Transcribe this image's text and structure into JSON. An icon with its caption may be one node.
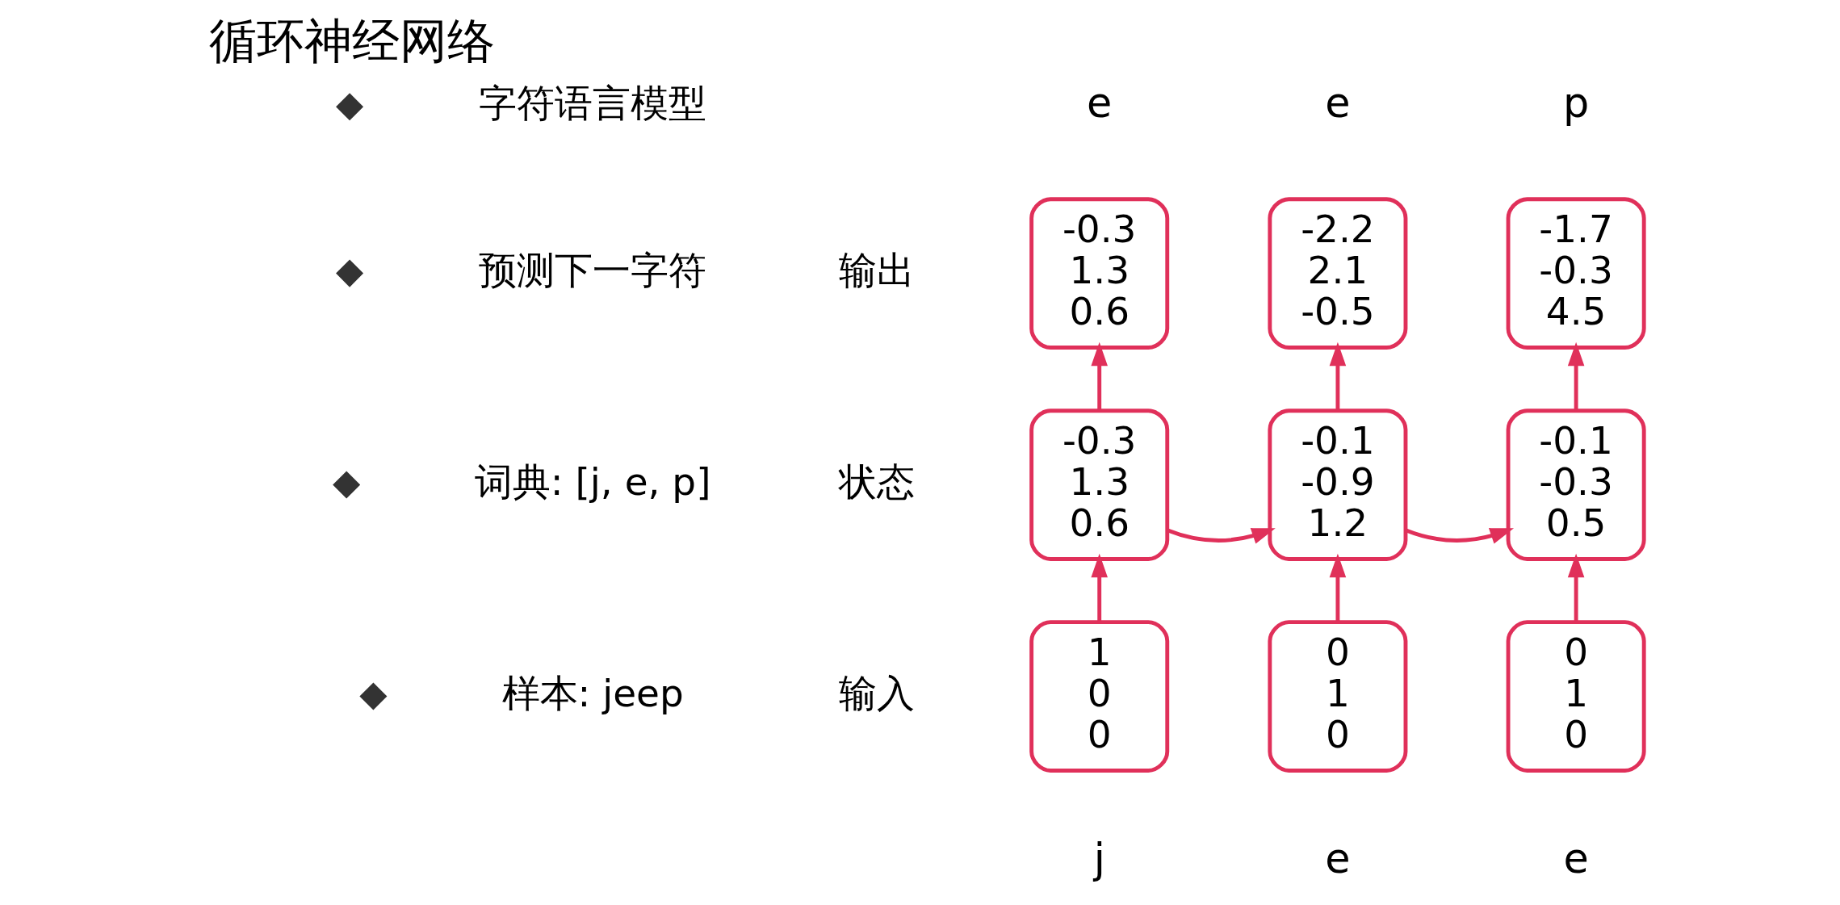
{
  "diagram": {
    "title": "循环神经网络",
    "nodes": [
      {
        "text": [
          "-0.3",
          "1.3",
          "0.6"
        ],
        "beside": [
          "e"
        ]
      },
      {
        "text": [
          "-2.2",
          "2.1",
          "-0.5"
        ],
        "beside": [
          "e"
        ]
      },
      {
        "text": [
          "-1.7",
          "-0.3",
          "4.5"
        ],
        "beside": [
          "p"
        ]
      },
      {
        "text": [
          "-0.3",
          "1.3",
          "0.6"
        ]
      },
      {
        "text": [
          "-0.1",
          "-0.9",
          "1.2"
        ]
      },
      {
        "text": [
          "-0.1",
          "-0.3",
          "0.5"
        ]
      },
      {
        "text": [
          "1",
          "0",
          "0"
        ],
        "beside": [
          "j"
        ]
      },
      {
        "text": [
          "0",
          "1",
          "0"
        ],
        "beside": [
          "e"
        ]
      },
      {
        "text": [
          "0",
          "1",
          "0"
        ],
        "beside": [
          "e"
        ]
      }
    ],
    "edges": [
      {
        "from": 6,
        "to": 3,
        "arrow": "to"
      },
      {
        "from": 7,
        "to": 4,
        "arrow": "to"
      },
      {
        "from": 8,
        "to": 5,
        "arrow": "to"
      },
      {
        "from": 3,
        "to": 0,
        "arrow": "to"
      },
      {
        "from": 4,
        "to": 1,
        "arrow": "to"
      },
      {
        "from": 5,
        "to": 2,
        "arrow": "to"
      },
      {
        "from": 3,
        "to": 4,
        "arrow": "to"
      },
      {
        "from": 4,
        "to": 5,
        "arrow": "to"
      }
    ],
    "labels": [
      "字符语言模型",
      "预测下一字符",
      "词典: [j, e, p]",
      "样本: jeep",
      "输出",
      "状态",
      "输入"
    ]
  }
}
